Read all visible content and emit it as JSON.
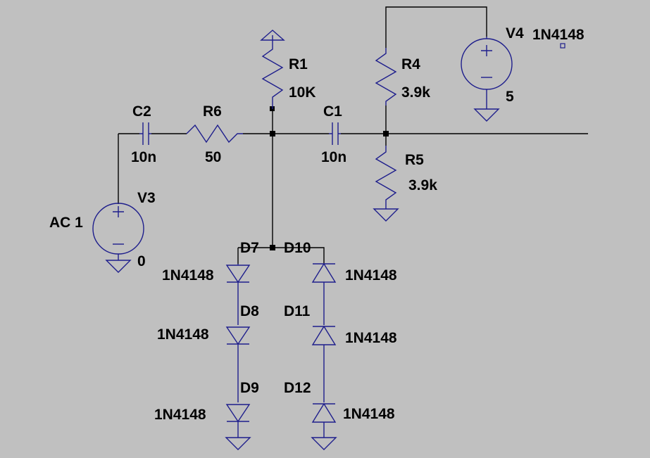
{
  "schematic": {
    "components": {
      "c2": {
        "ref": "C2",
        "value": "10n"
      },
      "r6": {
        "ref": "R6",
        "value": "50"
      },
      "r1": {
        "ref": "R1",
        "value": "10K"
      },
      "c1": {
        "ref": "C1",
        "value": "10n"
      },
      "r4": {
        "ref": "R4",
        "value": "3.9k"
      },
      "r5": {
        "ref": "R5",
        "value": "3.9k"
      },
      "v4": {
        "ref": "V4",
        "value": "5",
        "extra_text": "1N4148"
      },
      "v3": {
        "ref": "V3",
        "value": "0",
        "source_label": "AC 1"
      },
      "d7": {
        "ref": "D7",
        "model": "1N4148"
      },
      "d8": {
        "ref": "D8",
        "model": "1N4148"
      },
      "d9": {
        "ref": "D9",
        "model": "1N4148"
      },
      "d10": {
        "ref": "D10",
        "model": "1N4148"
      },
      "d11": {
        "ref": "D11",
        "model": "1N4148"
      },
      "d12": {
        "ref": "D12",
        "model": "1N4148"
      }
    },
    "colors": {
      "background": "#c0c0c0",
      "wire": "#000000",
      "component": "#1e1e8c",
      "text": "#000000"
    }
  }
}
